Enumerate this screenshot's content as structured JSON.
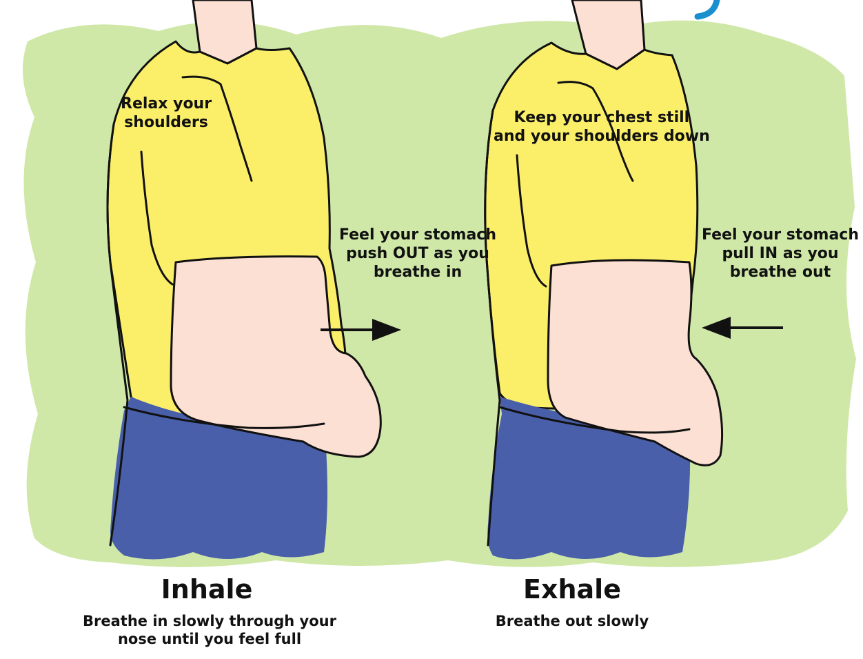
{
  "colors": {
    "background_wash": "#cfe8a8",
    "shirt": "#fbef6a",
    "skin": "#fde0d4",
    "pants": "#4a5faa",
    "outline": "#111111",
    "title_stroke": "#1a8fd0"
  },
  "icons": {
    "inhale_arrow": "arrow-right-icon",
    "exhale_arrow": "arrow-left-icon"
  },
  "inhale": {
    "shoulder_note": [
      "Relax your",
      "shoulders"
    ],
    "stomach_note": [
      "Feel your stomach",
      "push OUT as you",
      "breathe in"
    ],
    "title": "Inhale",
    "caption": [
      "Breathe in slowly  through your",
      "nose until you feel full"
    ]
  },
  "exhale": {
    "chest_note": [
      "Keep your chest still",
      "and your shoulders down"
    ],
    "stomach_note": [
      "Feel your stomach",
      "pull IN as you",
      "breathe out"
    ],
    "title": "Exhale",
    "caption": [
      "Breathe out slowly"
    ]
  }
}
